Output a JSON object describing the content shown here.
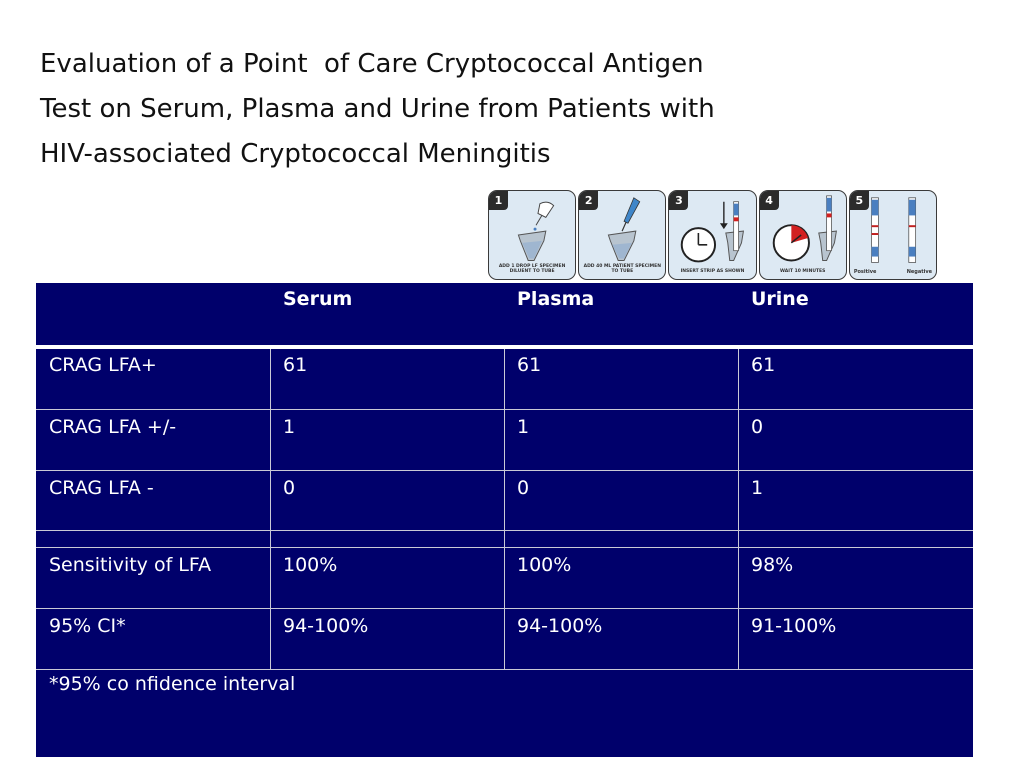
{
  "title": {
    "line1": "Evaluation of a Point  of Care Cryptococcal Antigen",
    "line2": "Test on Serum, Plasma and Urine from Patients with",
    "line3": "HIV-associated Cryptococcal Meningitis"
  },
  "steps": [
    {
      "num": "1",
      "caption": "Add 1 drop LF specimen diluent to tube"
    },
    {
      "num": "2",
      "caption": "Add 40 µL patient specimen to tube"
    },
    {
      "num": "3",
      "caption": "Insert strip as shown"
    },
    {
      "num": "4",
      "caption": "Wait 10 minutes"
    },
    {
      "num": "5",
      "caption_left": "Positive",
      "caption_right": "Negative"
    }
  ],
  "table": {
    "headers": [
      "",
      "Serum",
      "Plasma",
      "Urine"
    ],
    "rows": [
      [
        "CRAG LFA+",
        "61",
        "61",
        "61"
      ],
      [
        "CRAG LFA +/-",
        "1",
        "1",
        "0"
      ],
      [
        "CRAG LFA -",
        "0",
        "0",
        "1"
      ],
      [
        "Sensitivity of LFA",
        "100%",
        "100%",
        "98%"
      ],
      [
        "95% CI*",
        "94-100%",
        "94-100%",
        "91-100%"
      ]
    ],
    "footnote": "*95% co nfidence interval"
  },
  "colors": {
    "table_bg": "#00006b",
    "step_bg": "#dde9f3",
    "accent_red": "#d22020"
  }
}
